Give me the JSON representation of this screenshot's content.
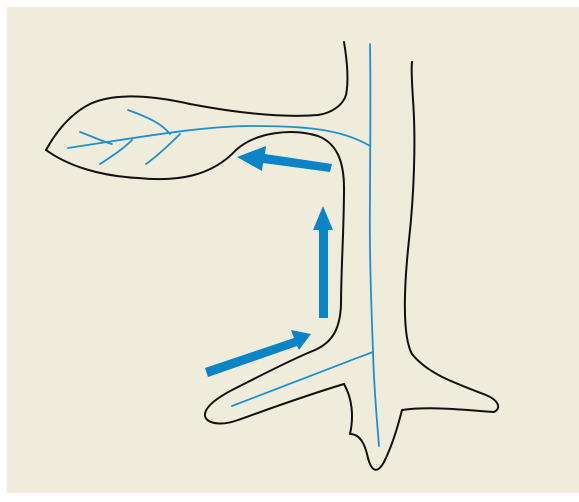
{
  "colors": {
    "background": "#efecdc",
    "outline": "#111111",
    "vein": "#1f8fd0",
    "arrow": "#0a84c6"
  },
  "figure": {
    "subject": "plant-stem-leaf-root-cross-section",
    "arrow_direction": "up",
    "arrow_count": 3
  }
}
